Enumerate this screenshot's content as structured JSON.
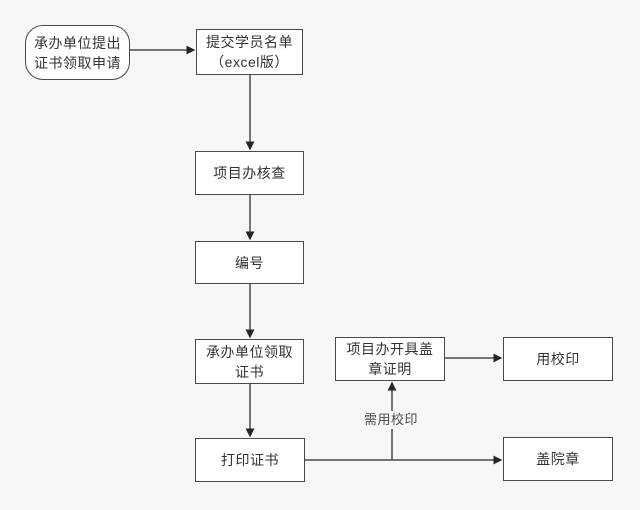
{
  "diagram": {
    "type": "flowchart",
    "nodes": {
      "start": {
        "label": "承办单位提出\n证书领取申请",
        "shape": "rounded"
      },
      "submit_list": {
        "label": "提交学员名单\n（excel版）",
        "shape": "rect"
      },
      "project_office_review": {
        "label": "项目办核查",
        "shape": "rect"
      },
      "numbering": {
        "label": "编号",
        "shape": "rect"
      },
      "unit_collect_cert": {
        "label": "承办单位领取\n证书",
        "shape": "rect"
      },
      "print_cert": {
        "label": "打印证书",
        "shape": "rect"
      },
      "stamp_proof": {
        "label": "项目办开具盖\n章证明",
        "shape": "rect"
      },
      "school_seal": {
        "label": "用校印",
        "shape": "rect"
      },
      "college_seal": {
        "label": "盖院章",
        "shape": "rect"
      }
    },
    "edge_labels": {
      "need_school_seal": "需用校印"
    },
    "edges": [
      {
        "from": "start",
        "to": "submit_list"
      },
      {
        "from": "submit_list",
        "to": "project_office_review"
      },
      {
        "from": "project_office_review",
        "to": "numbering"
      },
      {
        "from": "numbering",
        "to": "unit_collect_cert"
      },
      {
        "from": "unit_collect_cert",
        "to": "print_cert"
      },
      {
        "from": "print_cert",
        "to": "college_seal"
      },
      {
        "from": "print_cert",
        "to": "stamp_proof",
        "label": "需用校印"
      },
      {
        "from": "stamp_proof",
        "to": "school_seal"
      }
    ],
    "colors": {
      "background": "#f7f7f7",
      "node_fill": "#ffffff",
      "node_border": "#4a4a4a",
      "connector": "#4a4a4a",
      "arrowhead": "#262626",
      "text": "#333333"
    }
  }
}
